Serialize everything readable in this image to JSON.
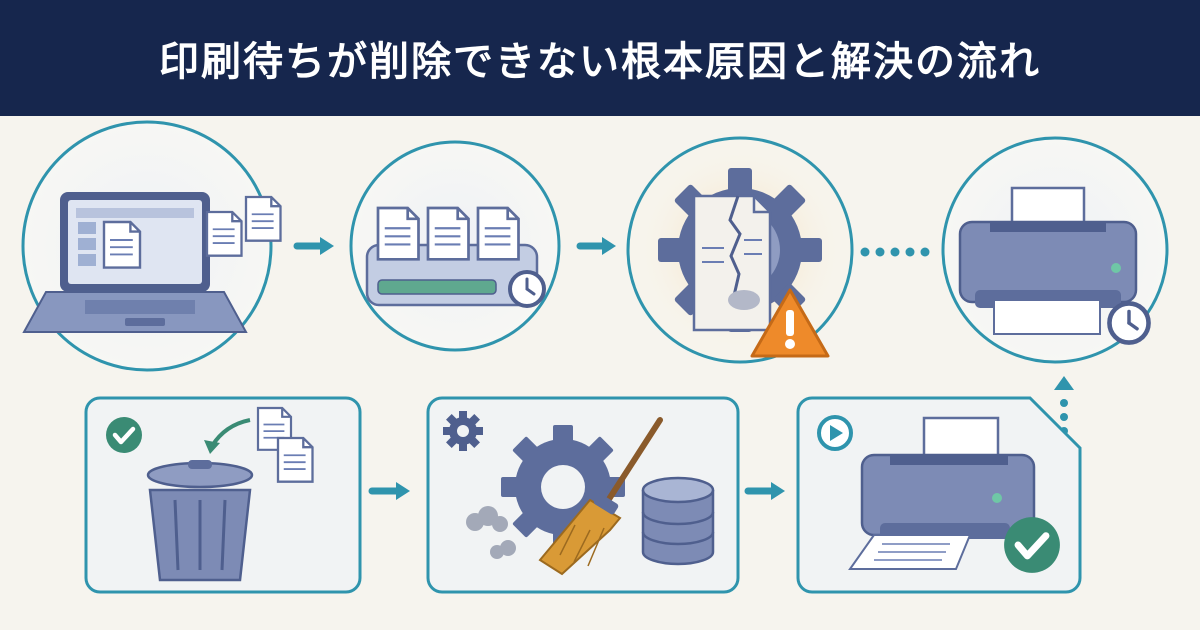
{
  "title": "印刷待ちが削除できない根本原因と解決の流れ",
  "colors": {
    "header_bg": "#16264d",
    "title_text": "#ffffff",
    "frame": "#2f94ad",
    "arrow": "#2f94ad",
    "icon_blue": "#5d6d9c",
    "warning": "#ee8a2a",
    "success": "#3a8b74",
    "broom": "#d99a36"
  },
  "steps": [
    {
      "id": "send-print-job",
      "icons": [
        "laptop-icon",
        "document-icon",
        "document-icon"
      ]
    },
    {
      "id": "print-queue-waiting",
      "icons": [
        "document-icon",
        "document-icon",
        "document-icon",
        "clock-icon"
      ]
    },
    {
      "id": "spooler-error",
      "icons": [
        "gear-icon",
        "broken-document-icon",
        "warning-icon"
      ]
    },
    {
      "id": "printer-waiting",
      "icons": [
        "printer-icon",
        "clock-icon"
      ]
    },
    {
      "id": "delete-jobs",
      "icons": [
        "check-icon",
        "trash-icon",
        "document-icon"
      ]
    },
    {
      "id": "clean-spooler",
      "icons": [
        "gear-icon",
        "broom-icon",
        "database-icon"
      ]
    },
    {
      "id": "printing-resumed",
      "icons": [
        "play-icon",
        "printer-icon",
        "check-icon"
      ]
    }
  ]
}
